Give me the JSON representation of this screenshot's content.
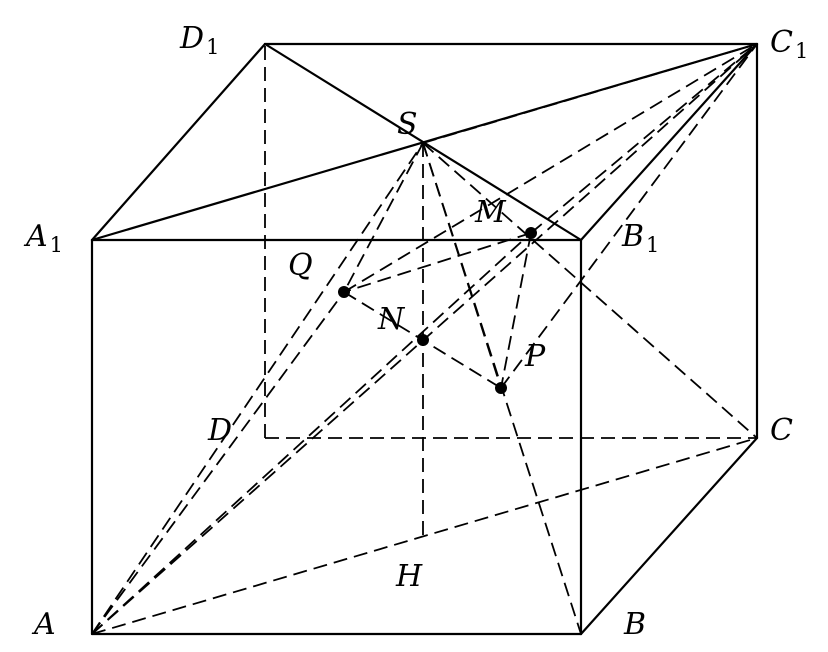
{
  "diagram": {
    "points": [
      {
        "id": "A",
        "label": "A",
        "sub": "",
        "dot": false
      },
      {
        "id": "B",
        "label": "B",
        "sub": "",
        "dot": false
      },
      {
        "id": "C",
        "label": "C",
        "sub": "",
        "dot": false
      },
      {
        "id": "D",
        "label": "D",
        "sub": "",
        "dot": false
      },
      {
        "id": "A1",
        "label": "A",
        "sub": "1",
        "dot": false
      },
      {
        "id": "B1",
        "label": "B",
        "sub": "1",
        "dot": false
      },
      {
        "id": "C1",
        "label": "C",
        "sub": "1",
        "dot": false
      },
      {
        "id": "D1",
        "label": "D",
        "sub": "1",
        "dot": false
      },
      {
        "id": "S",
        "label": "S",
        "sub": "",
        "dot": false
      },
      {
        "id": "M",
        "label": "M",
        "sub": "",
        "dot": true
      },
      {
        "id": "Q",
        "label": "Q",
        "sub": "",
        "dot": true
      },
      {
        "id": "N",
        "label": "N",
        "sub": "",
        "dot": true
      },
      {
        "id": "P",
        "label": "P",
        "sub": "",
        "dot": true
      },
      {
        "id": "H",
        "label": "H",
        "sub": "",
        "dot": false
      }
    ],
    "segments": [
      {
        "from": "A",
        "to": "B",
        "style": "solid"
      },
      {
        "from": "B",
        "to": "B1",
        "style": "solid"
      },
      {
        "from": "B1",
        "to": "A1",
        "style": "solid"
      },
      {
        "from": "A1",
        "to": "A",
        "style": "solid"
      },
      {
        "from": "B",
        "to": "C",
        "style": "solid"
      },
      {
        "from": "C",
        "to": "C1",
        "style": "solid"
      },
      {
        "from": "C1",
        "to": "D1",
        "style": "solid"
      },
      {
        "from": "D1",
        "to": "A1",
        "style": "solid"
      },
      {
        "from": "B1",
        "to": "C1",
        "style": "solid"
      },
      {
        "from": "A1",
        "to": "C1",
        "style": "solid"
      },
      {
        "from": "D1",
        "to": "B1",
        "style": "solid"
      },
      {
        "from": "D",
        "to": "D1",
        "style": "dashed"
      },
      {
        "from": "D",
        "to": "C",
        "style": "dashed"
      },
      {
        "from": "A",
        "to": "C",
        "style": "dashed"
      },
      {
        "from": "A",
        "to": "C1",
        "style": "dashed"
      },
      {
        "from": "A",
        "to": "S",
        "style": "dashed"
      },
      {
        "from": "A",
        "to": "Q",
        "style": "dashed"
      },
      {
        "from": "A",
        "to": "M",
        "style": "dashed"
      },
      {
        "from": "S",
        "to": "H",
        "style": "dashed"
      },
      {
        "from": "S",
        "to": "P",
        "style": "dashed"
      },
      {
        "from": "S",
        "to": "Q",
        "style": "dashed"
      },
      {
        "from": "S",
        "to": "C1",
        "style": "dashed"
      },
      {
        "from": "S",
        "to": "C",
        "style": "dashed"
      },
      {
        "from": "M",
        "to": "Q",
        "style": "dashed"
      },
      {
        "from": "M",
        "to": "P",
        "style": "dashed"
      },
      {
        "from": "M",
        "to": "C1",
        "style": "dashed"
      },
      {
        "from": "Q",
        "to": "C1",
        "style": "dashed"
      },
      {
        "from": "Q",
        "to": "P",
        "style": "dashed"
      },
      {
        "from": "P",
        "to": "C1",
        "style": "dashed"
      },
      {
        "from": "S",
        "to": "B",
        "style": "dashed"
      }
    ]
  }
}
